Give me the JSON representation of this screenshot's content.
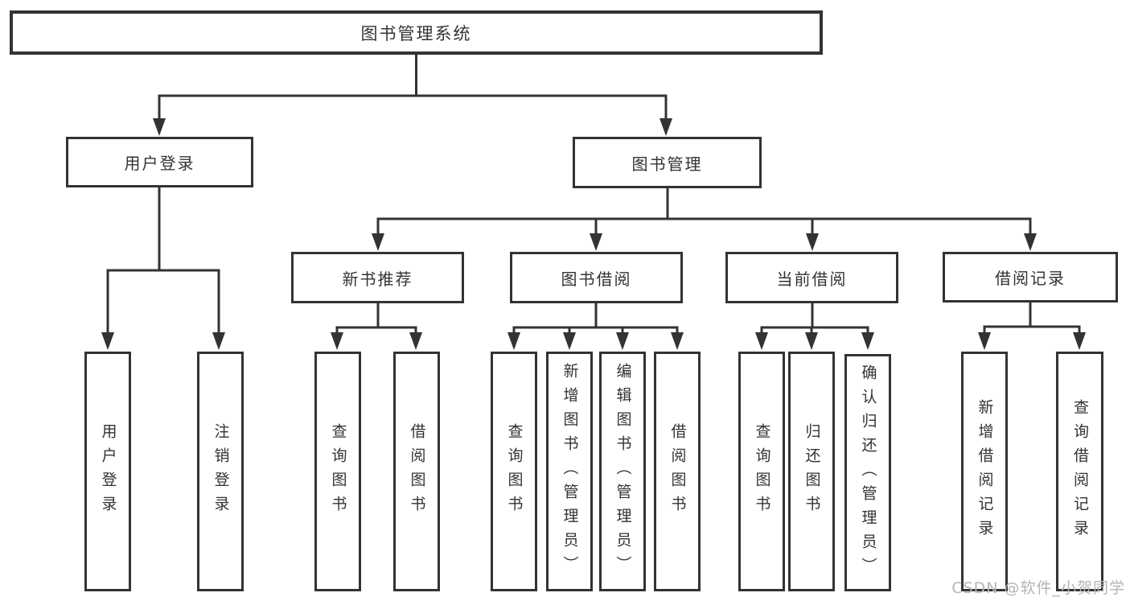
{
  "diagram": {
    "type": "hierarchy-tree",
    "orientation": "top-down"
  },
  "tree": {
    "label": "图书管理系统",
    "children": [
      {
        "label": "用户登录",
        "children": [
          {
            "label": "用户登录"
          },
          {
            "label": "注销登录"
          }
        ]
      },
      {
        "label": "图书管理",
        "children": [
          {
            "label": "新书推荐",
            "children": [
              {
                "label": "查询图书"
              },
              {
                "label": "借阅图书"
              }
            ]
          },
          {
            "label": "图书借阅",
            "children": [
              {
                "label": "查询图书"
              },
              {
                "label": "新增图书（管理员）"
              },
              {
                "label": "编辑图书（管理员）"
              },
              {
                "label": "借阅图书"
              }
            ]
          },
          {
            "label": "当前借阅",
            "children": [
              {
                "label": "查询图书"
              },
              {
                "label": "归还图书"
              },
              {
                "label": "确认归还（管理员）"
              }
            ]
          },
          {
            "label": "借阅记录",
            "children": [
              {
                "label": "新增借阅记录"
              },
              {
                "label": "查询借阅记录"
              }
            ]
          }
        ]
      }
    ]
  },
  "watermark": {
    "text": "CSDN @软件_小贺同学"
  },
  "colors": {
    "line": "#333333",
    "text": "#333333",
    "box_background": "#ffffff",
    "page_background": "#ffffff",
    "watermark": "#b5b5b5"
  }
}
